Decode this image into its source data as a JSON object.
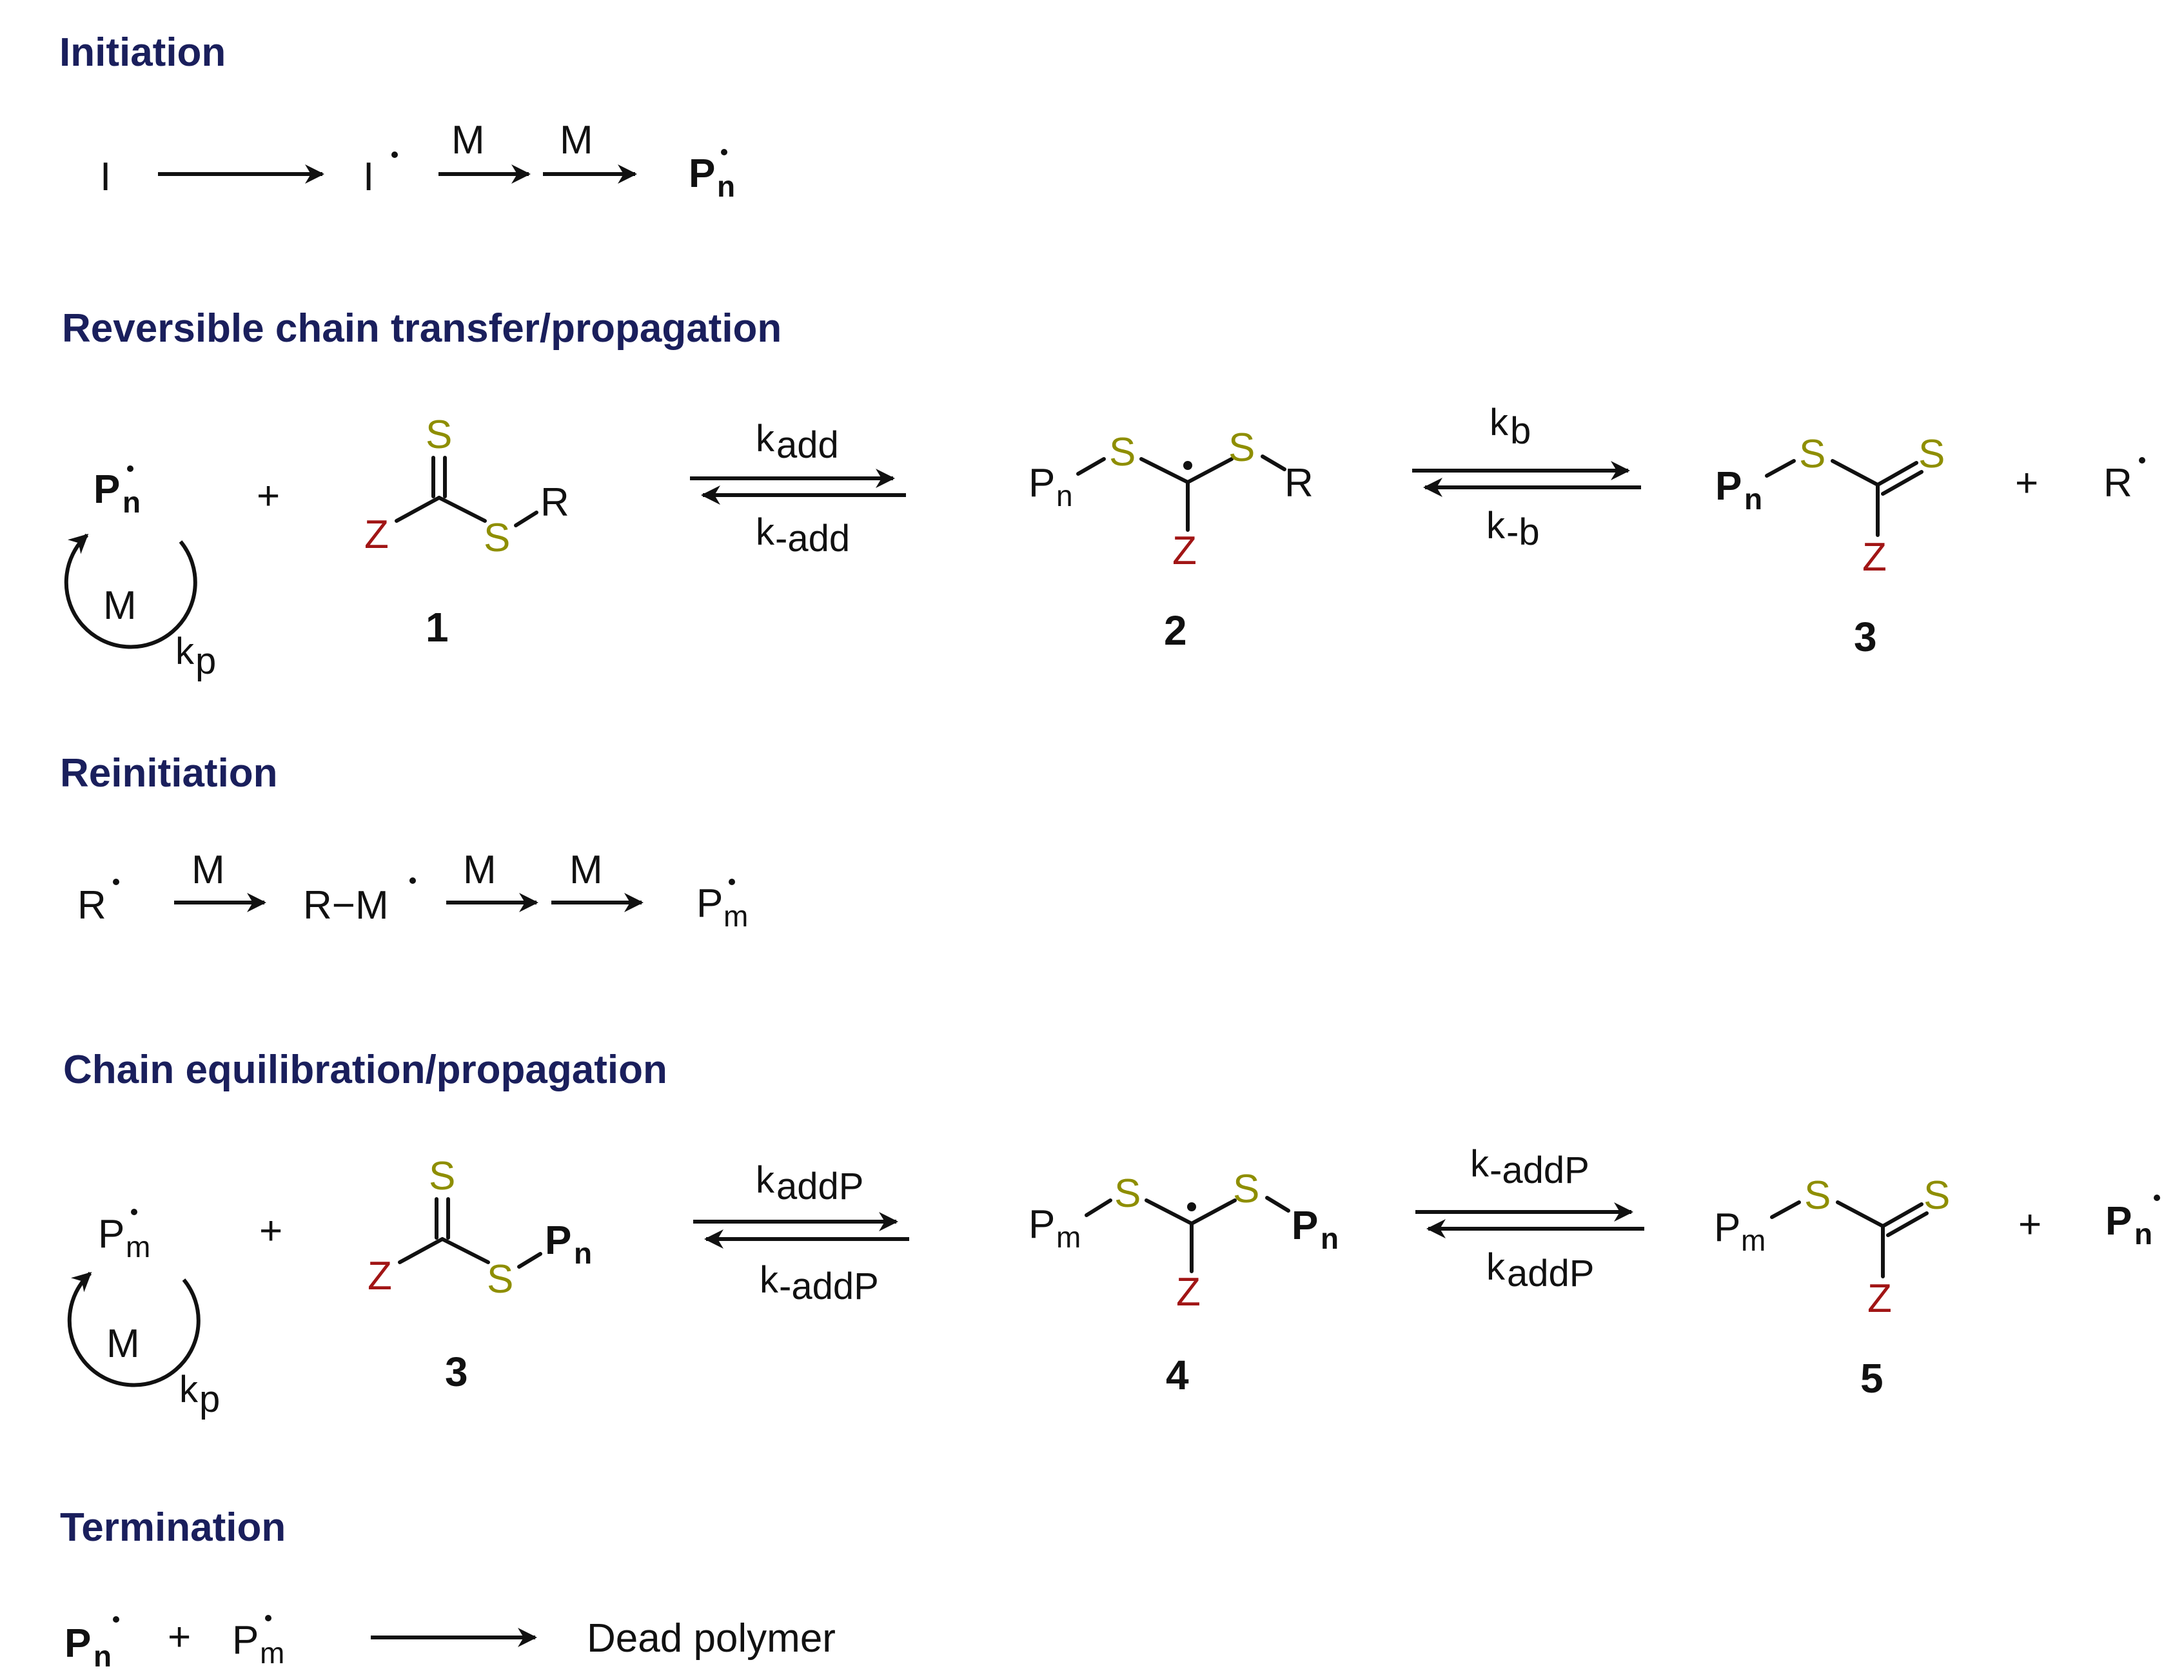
{
  "sections": {
    "initiation": "Initiation",
    "transfer": "Reversible chain transfer/propagation",
    "reinitiation": "Reinitiation",
    "equilibration": "Chain equilibration/propagation",
    "termination": "Termination"
  },
  "species": {
    "I": "I",
    "M": "M",
    "P": "P",
    "n": "n",
    "m": "m",
    "R": "R",
    "RM": "R−M",
    "S": "S",
    "Z": "Z",
    "plus": "+",
    "dead": "Dead polymer"
  },
  "rates": {
    "k": "k",
    "add": "add",
    "neg_add": "-add",
    "b": "b",
    "neg_b": "-b",
    "addP": "addP",
    "neg_addP": "-addP",
    "p": "p"
  },
  "numbers": [
    "1",
    "2",
    "3",
    "3",
    "4",
    "5"
  ],
  "colors": {
    "header": "#1a1f5c",
    "sulfur": "#8e8e00",
    "z_group": "#a11515",
    "text": "#111111"
  }
}
